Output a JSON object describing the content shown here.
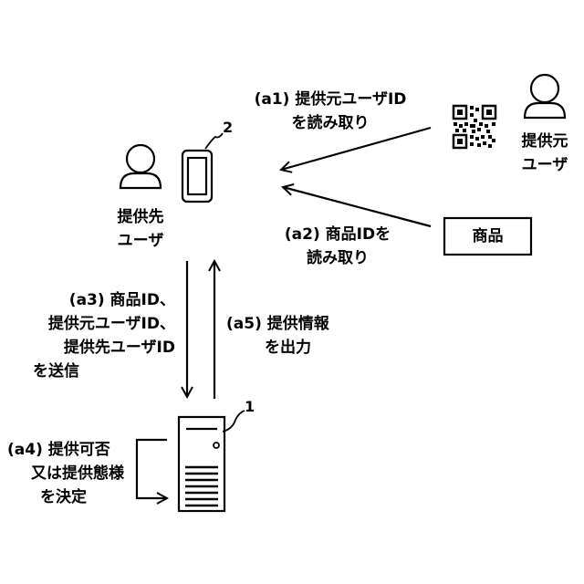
{
  "nodes": {
    "recipient_user": {
      "label_line1": "提供先",
      "label_line2": "ユーザ"
    },
    "provider_user": {
      "label_line1": "提供元",
      "label_line2": "ユーザ"
    },
    "product_box": {
      "label": "商品"
    },
    "terminal": {
      "ref": "2"
    },
    "server": {
      "ref": "1"
    }
  },
  "steps": {
    "a1": {
      "line1": "(a1) 提供元ユーザID",
      "line2": "を読み取り"
    },
    "a2": {
      "line1": "(a2) 商品IDを",
      "line2": "読み取り"
    },
    "a3": {
      "line1": "(a3) 商品ID、",
      "line2": "提供元ユーザID、",
      "line3": "提供先ユーザID",
      "line4": "を送信"
    },
    "a4": {
      "line1": "(a4) 提供可否",
      "line2": "又は提供態様",
      "line3": "を決定"
    },
    "a5": {
      "line1": "(a5) 提供情報",
      "line2": "を出力"
    }
  }
}
